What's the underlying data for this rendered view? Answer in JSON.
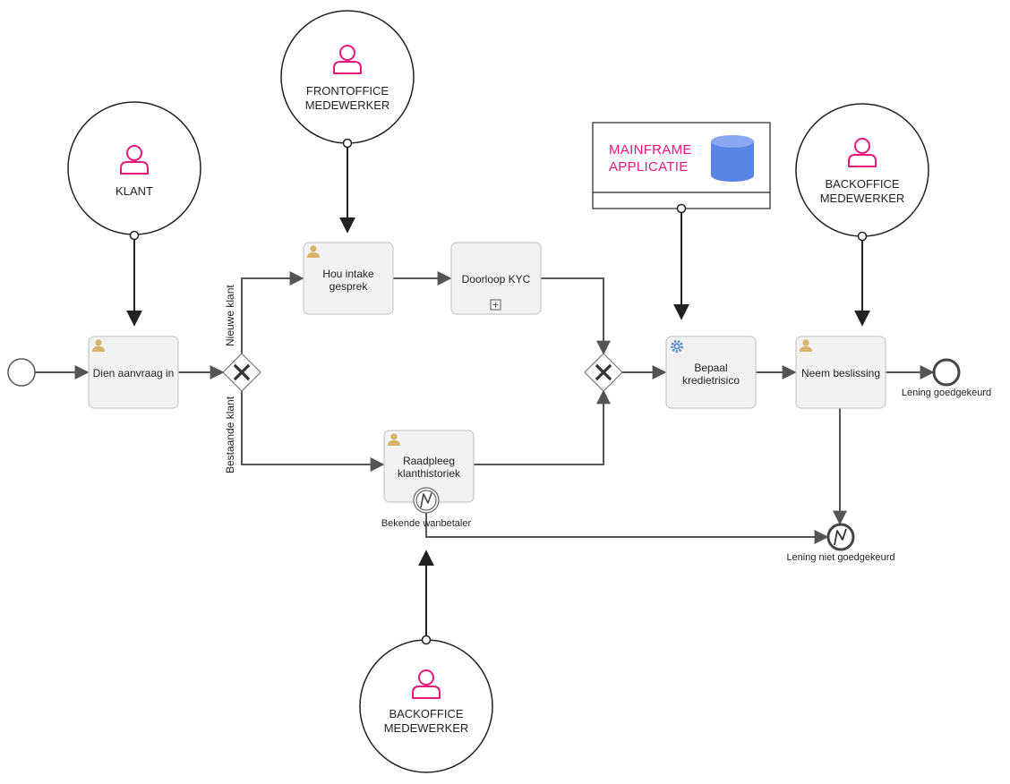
{
  "actors": {
    "klant": "KLANT",
    "frontoffice_line1": "FRONTOFFICE",
    "frontoffice_line2": "MEDEWERKER",
    "backoffice_right_line1": "BACKOFFICE",
    "backoffice_right_line2": "MEDEWERKER",
    "backoffice_bottom_line1": "BACKOFFICE",
    "backoffice_bottom_line2": "MEDEWERKER"
  },
  "system": {
    "line1": "MAINFRAME",
    "line2": "APPLICATIE"
  },
  "tasks": {
    "dien_aanvraag": "Dien aanvraag in",
    "hou_intake_line1": "Hou intake",
    "hou_intake_line2": "gesprek",
    "doorloop_kyc": "Doorloop KYC",
    "raadpleeg_line1": "Raadpleeg",
    "raadpleeg_line2": "klanthistoriek",
    "bepaal_line1": "Bepaal",
    "bepaal_line2": "kredietrisico",
    "neem_beslissing": "Neem beslissing"
  },
  "flows": {
    "nieuwe_klant": "Nieuwe klant",
    "bestaande_klant": "Bestaande klant"
  },
  "events": {
    "boundary_error": "Bekende wanbetaler",
    "end_approved": "Lening goedgekeurd",
    "end_rejected": "Lening niet goedgekeurd"
  },
  "colors": {
    "actor_icon": "#e8177d",
    "task_fill": "#f2f2f2",
    "task_stroke": "#c8c8c8",
    "flow": "#555555",
    "assoc": "#222222",
    "user_icon": "#d7b46a",
    "service_icon": "#5b8ec7",
    "db_fill": "#5a83e6"
  }
}
